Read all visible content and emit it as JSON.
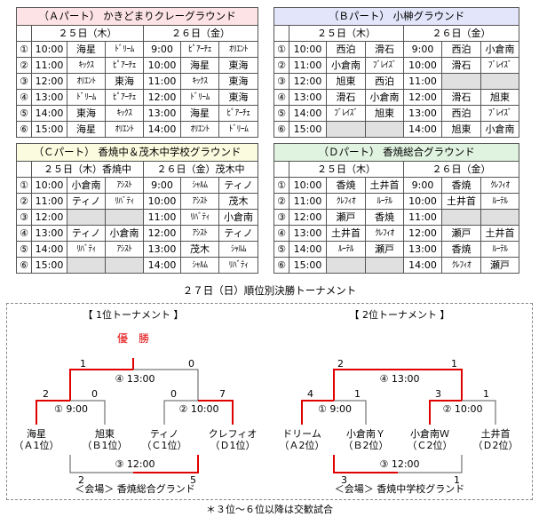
{
  "colors": {
    "part_a": "#fde3e5",
    "part_b": "#e3e5fb",
    "part_c": "#fbfbe0",
    "part_d": "#e0f2e0",
    "empty_cell": "#e0e0e0",
    "bracket_win": "#e00000",
    "bracket_line": "#555555",
    "champion_text": "#e00000"
  },
  "parts": [
    {
      "title": "（Ａパート） かきどまりクレーグラウンド",
      "day1": "２５日（木）",
      "day2": "２６日（金）",
      "rows": [
        {
          "no": "①",
          "t1": "10:00",
          "a1": "海星",
          "b1": "ﾄﾞﾘｰﾑ",
          "t2": "9:00",
          "a2": "ﾋﾟｱｰﾁｪ",
          "b2": "ｵﾘｴﾝﾄ"
        },
        {
          "no": "②",
          "t1": "11:00",
          "a1": "ｷｯｸｽ",
          "b1": "ﾋﾟｱｰﾁｪ",
          "t2": "10:00",
          "a2": "海星",
          "b2": "東海"
        },
        {
          "no": "③",
          "t1": "12:00",
          "a1": "ｵﾘｴﾝﾄ",
          "b1": "東海",
          "t2": "11:00",
          "a2": "ｷｯｸｽ",
          "b2": "東海"
        },
        {
          "no": "④",
          "t1": "13:00",
          "a1": "ﾄﾞﾘｰﾑ",
          "b1": "ﾋﾟｱｰﾁｪ",
          "t2": "12:00",
          "a2": "ﾄﾞﾘｰﾑ",
          "b2": "東海"
        },
        {
          "no": "⑤",
          "t1": "14:00",
          "a1": "東海",
          "b1": "ｷｯｸｽ",
          "t2": "13:00",
          "a2": "海星",
          "b2": "ﾋﾟｱｰﾁｪ"
        },
        {
          "no": "⑥",
          "t1": "15:00",
          "a1": "海星",
          "b1": "ｵﾘｴﾝﾄ",
          "t2": "14:00",
          "a2": "ｵﾘｴﾝﾄ",
          "b2": "ﾄﾞﾘｰﾑ"
        }
      ]
    },
    {
      "title": "（Ｂパート） 小榊グラウンド",
      "day1": "２５日（木）",
      "day2": "２６日（金）",
      "rows": [
        {
          "no": "①",
          "t1": "10:00",
          "a1": "西泊",
          "b1": "滑石",
          "t2": "9:00",
          "a2": "西泊",
          "b2": "小倉南"
        },
        {
          "no": "②",
          "t1": "11:00",
          "a1": "小倉南",
          "b1": "ﾌﾞﾚｲｽﾞ",
          "t2": "10:00",
          "a2": "滑石",
          "b2": "ﾌﾞﾚｲｽﾞ"
        },
        {
          "no": "③",
          "t1": "12:00",
          "a1": "旭東",
          "b1": "西泊",
          "t2": "11:00",
          "a2": "",
          "b2": ""
        },
        {
          "no": "④",
          "t1": "13:00",
          "a1": "滑石",
          "b1": "小倉南",
          "t2": "12:00",
          "a2": "滑石",
          "b2": "旭東"
        },
        {
          "no": "⑤",
          "t1": "14:00",
          "a1": "ﾌﾞﾚｲｽﾞ",
          "b1": "旭東",
          "t2": "13:00",
          "a2": "西泊",
          "b2": "ﾌﾞﾚｲｽﾞ"
        },
        {
          "no": "⑥",
          "t1": "15:00",
          "a1": "",
          "b1": "",
          "t2": "14:00",
          "a2": "旭東",
          "b2": "小倉南"
        }
      ]
    },
    {
      "title": "（Ｃパート） 香焼中＆茂木中学校グラウンド",
      "day1": "２５日（木）香焼中",
      "day2": "２６日（金）茂木中",
      "rows": [
        {
          "no": "①",
          "t1": "10:00",
          "a1": "小倉南",
          "b1": "ｱｼｽﾄ",
          "t2": "9:00",
          "a2": "ｼｬﾙﾑ",
          "b2": "ティノ"
        },
        {
          "no": "②",
          "t1": "11:00",
          "a1": "ティノ",
          "b1": "ﾘﾊﾞﾃｨ",
          "t2": "10:00",
          "a2": "ｱｼｽﾄ",
          "b2": "茂木"
        },
        {
          "no": "③",
          "t1": "12:00",
          "a1": "",
          "b1": "",
          "t2": "11:00",
          "a2": "ﾘﾊﾞﾃｨ",
          "b2": "小倉南"
        },
        {
          "no": "④",
          "t1": "13:00",
          "a1": "ティノ",
          "b1": "小倉南",
          "t2": "12:00",
          "a2": "ｱｼｽﾄ",
          "b2": "ティノ"
        },
        {
          "no": "⑤",
          "t1": "14:00",
          "a1": "ﾘﾊﾞﾃｨ",
          "b1": "ｱｼｽﾄ",
          "t2": "13:00",
          "a2": "茂木",
          "b2": "ｼｬﾙﾑ"
        },
        {
          "no": "⑥",
          "t1": "15:00",
          "a1": "",
          "b1": "",
          "t2": "14:00",
          "a2": "ｼｬﾙﾑ",
          "b2": "ﾘﾊﾞﾃｨ"
        }
      ]
    },
    {
      "title": "（Ｄパート） 香焼総合グラウンド",
      "day1": "２５日（木）",
      "day2": "２６日（金）",
      "rows": [
        {
          "no": "①",
          "t1": "10:00",
          "a1": "香焼",
          "b1": "土井首",
          "t2": "9:00",
          "a2": "香焼",
          "b2": "ｸﾚﾌｨｵ"
        },
        {
          "no": "②",
          "t1": "11:00",
          "a1": "ｸﾚﾌｨｵ",
          "b1": "ﾙｰﾃﾙ",
          "t2": "10:00",
          "a2": "土井首",
          "b2": "ﾙｰﾃﾙ"
        },
        {
          "no": "③",
          "t1": "12:00",
          "a1": "瀬戸",
          "b1": "香焼",
          "t2": "11:00",
          "a2": "",
          "b2": ""
        },
        {
          "no": "④",
          "t1": "13:00",
          "a1": "土井首",
          "b1": "ｸﾚﾌｨｵ",
          "t2": "12:00",
          "a2": "瀬戸",
          "b2": "土井首"
        },
        {
          "no": "⑤",
          "t1": "14:00",
          "a1": "ﾙｰﾃﾙ",
          "b1": "瀬戸",
          "t2": "13:00",
          "a2": "香焼",
          "b2": "ﾙｰﾃﾙ"
        },
        {
          "no": "⑥",
          "t1": "15:00",
          "a1": "",
          "b1": "",
          "t2": "14:00",
          "a2": "ｸﾚﾌｨｵ",
          "b2": "瀬戸"
        }
      ]
    }
  ],
  "finals": {
    "caption": "２７日（日）順位別決勝トーナメント",
    "footnote": "＊３位～６位以降は交歓試合",
    "t1": {
      "title": "【 1位トーナメント 】",
      "champion": "優　勝",
      "final_match": "④ 13:00",
      "semi_left": "① 9:00",
      "semi_right": "② 10:00",
      "third_match": "③ 12:00",
      "venue": "＜会場＞ 香焼総合グランド",
      "teams": [
        {
          "name": "海星",
          "seed": "（Ａ1位）"
        },
        {
          "name": "旭東",
          "seed": "（Ｂ1位）"
        },
        {
          "name": "ティノ",
          "seed": "（Ｃ1位）"
        },
        {
          "name": "クレフィオ",
          "seed": "（Ｄ1位）"
        }
      ],
      "scores": {
        "final_l": "1",
        "final_r": "0",
        "semi_l_l": "2",
        "semi_l_r": "0",
        "semi_r_l": "0",
        "semi_r_r": "7",
        "third_l": "2",
        "third_r": "5"
      }
    },
    "t2": {
      "title": "【 2位トーナメント 】",
      "final_match": "④ 13:00",
      "semi_left": "① 9:00",
      "semi_right": "② 10:00",
      "third_match": "③ 12:00",
      "venue": "＜会場＞ 香焼中学校グランド",
      "teams": [
        {
          "name": "ドリーム",
          "seed": "（Ａ2位）"
        },
        {
          "name": "小倉南Ｙ",
          "seed": "（Ｂ2位）"
        },
        {
          "name": "小倉南Ｗ",
          "seed": "（Ｃ2位）"
        },
        {
          "name": "土井首",
          "seed": "（Ｄ2位）"
        }
      ],
      "scores": {
        "final_l": "2",
        "final_r": "1",
        "semi_l_l": "4",
        "semi_l_r": "1",
        "semi_r_l": "3",
        "semi_r_r": "1",
        "third_l": "3",
        "third_r": "1"
      }
    }
  }
}
